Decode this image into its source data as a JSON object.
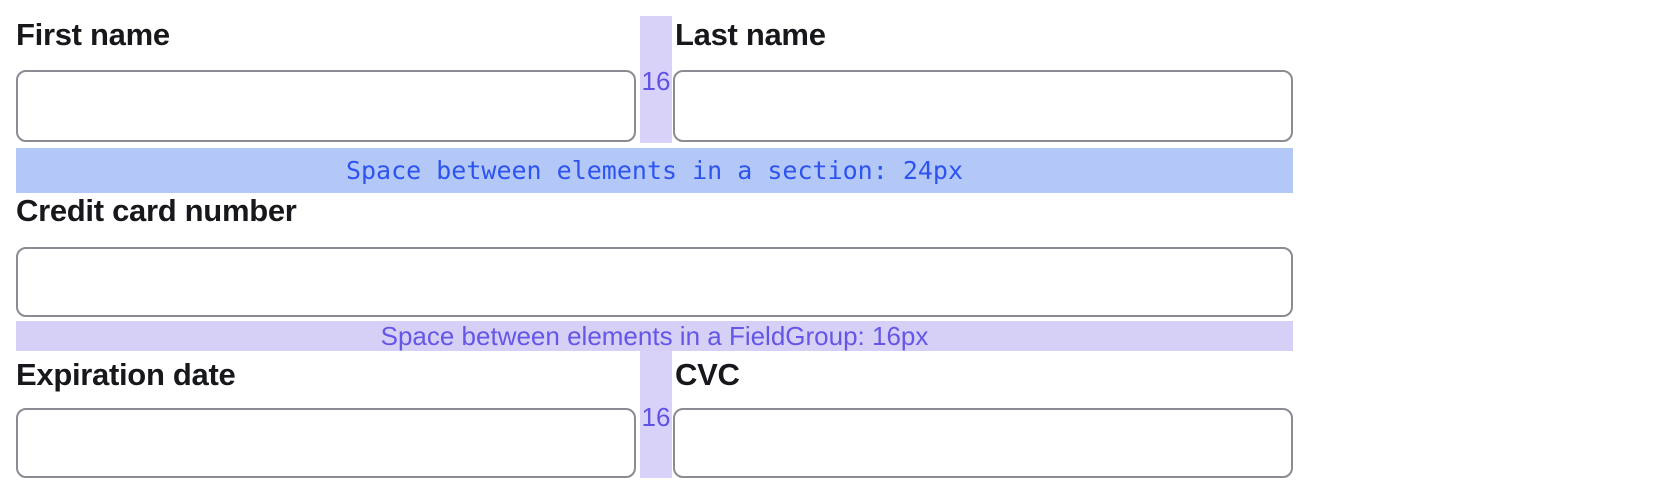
{
  "labels": {
    "first_name": "First name",
    "last_name": "Last name",
    "credit_card": "Credit card number",
    "expiration": "Expiration date",
    "cvc": "CVC"
  },
  "fields": {
    "first_name": {
      "value": ""
    },
    "last_name": {
      "value": ""
    },
    "credit_card": {
      "value": ""
    },
    "expiration": {
      "value": ""
    },
    "cvc": {
      "value": ""
    }
  },
  "annotations": {
    "section_gap": {
      "text": "Space between elements in a section: 24px",
      "band_color": "#b4c8f8",
      "text_color": "#2d54ef"
    },
    "fieldgroup_gap": {
      "text": "Space between elements in a FieldGroup: 16px",
      "band_color": "#d6cff6",
      "text_color": "#6457e6"
    },
    "column_gap_top": {
      "text": "16"
    },
    "column_gap_bottom": {
      "text": "16"
    },
    "column_gap_band_color": "#d8d2f8",
    "column_gap_text_color": "#5f53e4"
  },
  "style": {
    "input_border_color": "#8b8b94",
    "label_color": "#17181c",
    "background": "#ffffff"
  }
}
